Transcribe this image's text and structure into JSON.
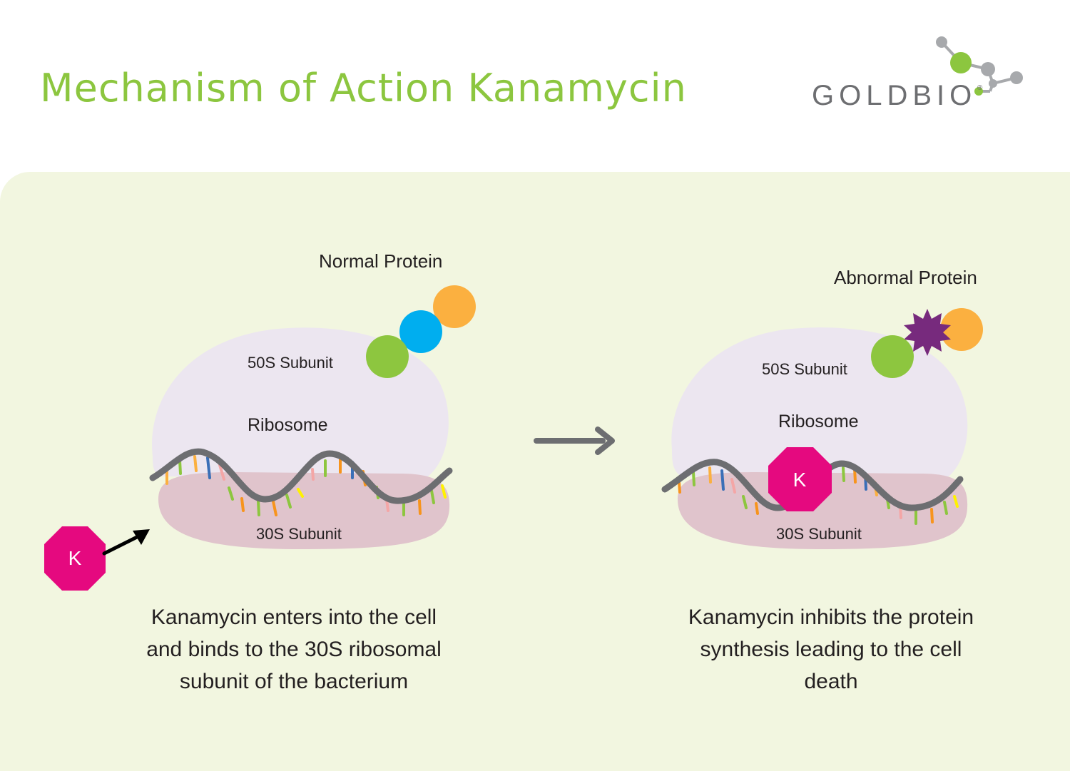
{
  "title": "Mechanism of Action Kanamycin",
  "logo": {
    "text": "GOLDBIO",
    "registered": "®"
  },
  "left": {
    "protein_label": "Normal Protein",
    "subunit_50s": "50S Subunit",
    "ribosome": "Ribosome",
    "subunit_30s": "30S Subunit",
    "drug_letter": "K",
    "caption_lines": [
      "Kanamycin enters into the cell",
      "and binds to the 30S ribosomal",
      "subunit of the bacterium"
    ]
  },
  "right": {
    "protein_label": "Abnormal Protein",
    "subunit_50s": "50S Subunit",
    "ribosome": "Ribosome",
    "subunit_30s": "30S Subunit",
    "drug_letter": "K",
    "caption_lines": [
      "Kanamycin inhibits the protein",
      "synthesis leading to the cell",
      "death"
    ]
  },
  "colors": {
    "title_green": "#8cc63f",
    "panel_bg": "#f2f6e0",
    "subunit_50s": "#ece6f0",
    "subunit_30s": "#e0c4cc",
    "mrna": "#6d6e71",
    "kanamycin": "#e5097f",
    "protein_green": "#8dc63f",
    "protein_blue": "#00aeef",
    "protein_orange": "#fbb040",
    "protein_abnormal": "#772a7d",
    "arrow": "#6d6e71"
  }
}
